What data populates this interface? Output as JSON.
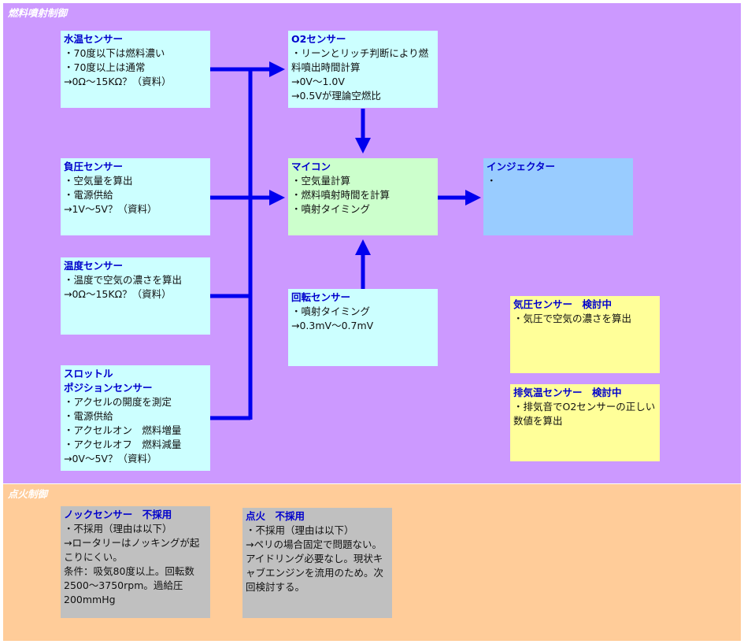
{
  "fuel_section": {
    "title": "燃料噴射制御"
  },
  "ignition_section": {
    "title": "点火制御"
  },
  "boxes": {
    "water_temp": {
      "title": "水温センサー",
      "lines": [
        "・70度以下は燃料濃い",
        "・70度以上は通常",
        "→0Ω～15KΩ？（資料）"
      ]
    },
    "vacuum": {
      "title": "負圧センサー",
      "lines": [
        "・空気量を算出",
        "・電源供給",
        "→1V～5V？（資料）"
      ]
    },
    "air_temp": {
      "title": "温度センサー",
      "lines": [
        "・温度で空気の濃さを算出",
        "→0Ω～15KΩ？（資料）"
      ]
    },
    "throttle": {
      "title": "スロットル\nポジションセンサー",
      "lines": [
        "・アクセルの開度を測定",
        "・電源供給",
        "・アクセルオン　燃料増量",
        "・アクセルオフ　燃料減量",
        "→0V～5V？（資料）"
      ]
    },
    "o2": {
      "title": "O2センサー",
      "lines": [
        "・リーンとリッチ判断により燃料噴出時間計算",
        "→0V～1.0V",
        "→0.5Vが理論空燃比"
      ]
    },
    "ecu": {
      "title": "マイコン",
      "lines": [
        "・空気量計算",
        "・燃料噴射時間を計算",
        "・噴射タイミング"
      ]
    },
    "rotation": {
      "title": "回転センサー",
      "lines": [
        "・噴射タイミング",
        "→0.3mV～0.7mV"
      ]
    },
    "injector": {
      "title": "インジェクター",
      "lines": [
        "・"
      ]
    },
    "baro": {
      "title": "気圧センサー　検討中",
      "lines": [
        "・気圧で空気の濃さを算出"
      ]
    },
    "exhaust_temp": {
      "title": "排気温センサー　検討中",
      "lines": [
        "・排気音でO2センサーの正しい数値を算出"
      ]
    },
    "knock": {
      "title": "ノックセンサー　不採用",
      "lines": [
        "・不採用（理由は以下）",
        "→ロータリーはノッキングが起こりにくい。",
        "条件：吸気80度以上。回転数2500～3750rpm。過給圧200mmHg"
      ]
    },
    "ignition": {
      "title": "点火　不採用",
      "lines": [
        "・不採用（理由は以下）",
        "→ペリの場合固定で問題ない。アイドリング必要なし。現状キャブエンジンを流用のため。次回検討する。"
      ]
    }
  },
  "colors": {
    "fuel_bg": "#cc99ff",
    "ignition_bg": "#ffcc99",
    "arrow": "#0000ee",
    "title_text": "#0000cc"
  }
}
